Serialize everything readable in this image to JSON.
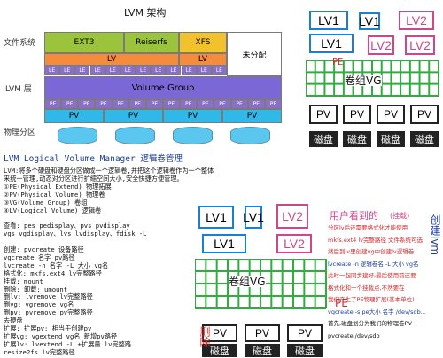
{
  "top_diagram": {
    "title": "LVM 架构",
    "row_labels": [
      "文件系统",
      "LVM 层",
      "物理分区"
    ],
    "filesystems": [
      "EXT3",
      "Reiserfs",
      "XFS"
    ],
    "unallocated": "未分配",
    "lv_label": "LV",
    "le_label": "LE",
    "vg_label": "Volume Group",
    "pe_label": "PE",
    "pv_label": "PV"
  },
  "notes": {
    "heading": "LVM Logical Volume Manager 逻辑卷管理",
    "lines": [
      "LVM:将多个硬盘和硬盘分区做成一个逻辑卷,并把这个逻辑卷作为一个整体",
      "来统一管理,动态对分区进行扩缩空间大小,安全快捷方便管理。",
      "①PE(Physical Extend) 物理拓展",
      "②PV(Physical Volume) 物理卷",
      "③VG(Volume Group) 卷组",
      "④LV(Logical Volume) 逻辑卷",
      "",
      "查看: pes pedisplay、pvs pvdisplay",
      "vgs vgdisplay、lvs lvdisplay、fdisk -L",
      "",
      "创建: pvcreate 设备路径",
      "      vgcreate 名字 pv路径",
      "      lvcreate -n 名字 -L 大小 vg名",
      "      格式化: mkfs.ext4 lv完整路径",
      "      挂载: mount",
      "删除: 卸载: umount",
      "      删lv: lvremove lv完整路径",
      "      删vg: vgremove vg名",
      "      删pv: pvremove pv完整路径",
      "      去硬盘",
      "扩展: 扩展pv: 相当于创建pv",
      "      扩展vg: vgextend vg名 新增pv路径",
      "      扩展lv: lvextend -L +扩展量 lv完整路",
      "      resize2fs lv完整路径"
    ]
  },
  "right_top": {
    "lv_boxes": [
      "LV1",
      "LV1",
      "LV2",
      "LV1",
      "LV2",
      "LV2"
    ],
    "pe_label": "PE",
    "vg_label": "卷组VG",
    "pv_boxes": [
      "PV",
      "PV",
      "PV",
      "PV"
    ],
    "disk_label": "磁盘"
  },
  "right_bottom": {
    "lv_boxes": [
      "LV1",
      "LV1",
      "LV2",
      "LV1",
      "LV2"
    ],
    "pe_label": "PE",
    "vg_label": "卷组VG",
    "pv_boxes": [
      "PV",
      "PV",
      "PV"
    ],
    "disk_label": "磁盘",
    "user_title": "用户看到的",
    "user_note": "(挂载)",
    "delete_label": "删除",
    "create_label": "创建lvm",
    "annotations": [
      "分区lv后还需要格式化才能使用",
      "mkfs.ext4 lv完整路径  文件系统可选",
      "然后到lv里创建vg中创建lv逻辑卷",
      "lvcreate -n 逻辑卷名 -L 大小 vg名",
      "此时一起同步建好,最后使用前还要",
      "格式化和一个挂载点,不然要在",
      "我们产生了PE物理扩展(基本单位)",
      "vgcreate -s pe大小 名字 /dev/sdb...",
      "首先,磁盘划分为我们的物理卷PV",
      "pvcreate /dev/sdb"
    ]
  },
  "colors": {
    "fs_green": "#9bc33c",
    "lv_orange": "#f58c3c",
    "le_purple": "#8a6fc9",
    "vg_purple": "#7b68d6",
    "pe_purple": "#8a6fc9",
    "pv_cyan": "#2fb8e8",
    "disk_cyan": "#5bc6ee",
    "xfs_yellow": "#f2c12e",
    "note_red": "#d2292b"
  }
}
